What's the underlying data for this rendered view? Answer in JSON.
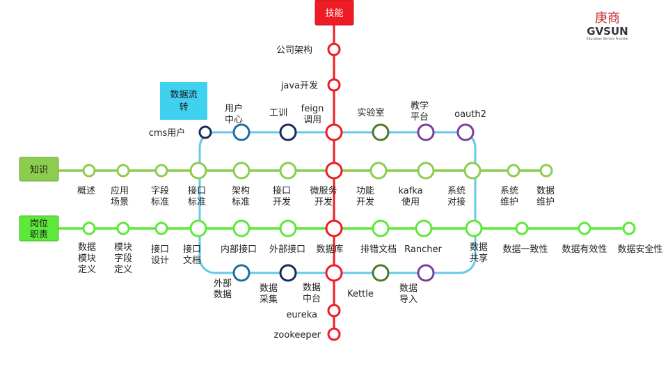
{
  "logo": {
    "cn": "庚商",
    "en": "GVSUN",
    "sub": "Education Service Provider"
  },
  "colors": {
    "red": "#ee1c25",
    "green": "#8ccc4e",
    "brightGreen": "#5ee83a",
    "cyan": "#64c9ea",
    "navy": "#1a2a5a",
    "teal": "#1c6ea0",
    "darkGreen": "#4a7a2a",
    "purple": "#7a3f9a",
    "boxCyan": "#40d0f0"
  },
  "boxes": {
    "skill": "技能",
    "knowledge": "知识",
    "position": [
      "岗位",
      "职责"
    ],
    "dataflow": [
      "数据流",
      "转"
    ]
  },
  "red_line": [
    {
      "label": "公司架构",
      "pos": "left"
    },
    {
      "label": "java开发",
      "pos": "left"
    },
    {
      "label": "feign调用",
      "lines": [
        "feign",
        "调用"
      ]
    },
    {
      "label": "微服务开发",
      "lines": [
        "微服务",
        "开发"
      ]
    },
    {
      "label": "数据库"
    },
    {
      "label": "数据中台",
      "lines": [
        "数据",
        "中台"
      ]
    },
    {
      "label": "eureka"
    },
    {
      "label": "zookeeper"
    }
  ],
  "knowledge_line": [
    {
      "label": "概述",
      "lines": [
        "概述"
      ]
    },
    {
      "label": "应用场景",
      "lines": [
        "应用",
        "场景"
      ]
    },
    {
      "label": "字段标准",
      "lines": [
        "字段",
        "标准"
      ]
    },
    {
      "label": "接口标准",
      "lines": [
        "接口",
        "标准"
      ]
    },
    {
      "label": "架构标准",
      "lines": [
        "架构",
        "标准"
      ]
    },
    {
      "label": "接口开发",
      "lines": [
        "接口",
        "开发"
      ]
    },
    {
      "label": "微服务开发",
      "lines": []
    },
    {
      "label": "功能开发",
      "lines": [
        "功能",
        "开发"
      ]
    },
    {
      "label": "kafka使用",
      "lines": [
        "kafka",
        "使用"
      ]
    },
    {
      "label": "系统对接",
      "lines": [
        "系统",
        "对接"
      ]
    },
    {
      "label": "系统维护",
      "lines": [
        "系统",
        "维护"
      ]
    },
    {
      "label": "数据维护",
      "lines": [
        "数据",
        "维护"
      ]
    }
  ],
  "position_line": [
    {
      "label": "数据模块定义",
      "lines": [
        "数据",
        "模块",
        "定义"
      ]
    },
    {
      "label": "模块字段定义",
      "lines": [
        "模块",
        "字段",
        "定义"
      ]
    },
    {
      "label": "接口设计",
      "lines": [
        "接口",
        "设计"
      ]
    },
    {
      "label": "接口文档",
      "lines": [
        "接口",
        "文档"
      ]
    },
    {
      "label": "内部接口",
      "lines": [
        "内部接口"
      ]
    },
    {
      "label": "外部接口",
      "lines": [
        "外部接口"
      ]
    },
    {
      "label": "数据库",
      "lines": []
    },
    {
      "label": "排错文档",
      "lines": [
        "排错文档"
      ]
    },
    {
      "label": "Rancher",
      "lines": [
        "Rancher"
      ]
    },
    {
      "label": "数据共享",
      "lines": [
        "数据",
        "共享"
      ]
    },
    {
      "label": "数据一致性",
      "lines": [
        "数据一致性"
      ]
    },
    {
      "label": "数据有效性",
      "lines": [
        "数据有效性"
      ]
    },
    {
      "label": "数据安全性",
      "lines": [
        "数据安全性"
      ]
    }
  ],
  "loop_top": [
    {
      "label": "cms用户",
      "lines": [
        "cms用户"
      ]
    },
    {
      "label": "用户中心",
      "lines": [
        "用户",
        "中心"
      ]
    },
    {
      "label": "工训",
      "lines": [
        "工训"
      ]
    },
    {
      "label": "实验室",
      "lines": [
        "实验室"
      ]
    },
    {
      "label": "教学平台",
      "lines": [
        "教学",
        "平台"
      ]
    },
    {
      "label": "oauth2",
      "lines": [
        "oauth2"
      ]
    }
  ],
  "loop_bottom": [
    {
      "label": "外部数据",
      "lines": [
        "外部",
        "数据"
      ]
    },
    {
      "label": "数据采集",
      "lines": [
        "数据",
        "采集"
      ]
    },
    {
      "label": "Kettle",
      "lines": [
        "Kettle"
      ]
    },
    {
      "label": "数据导入",
      "lines": [
        "数据",
        "导入"
      ]
    }
  ]
}
